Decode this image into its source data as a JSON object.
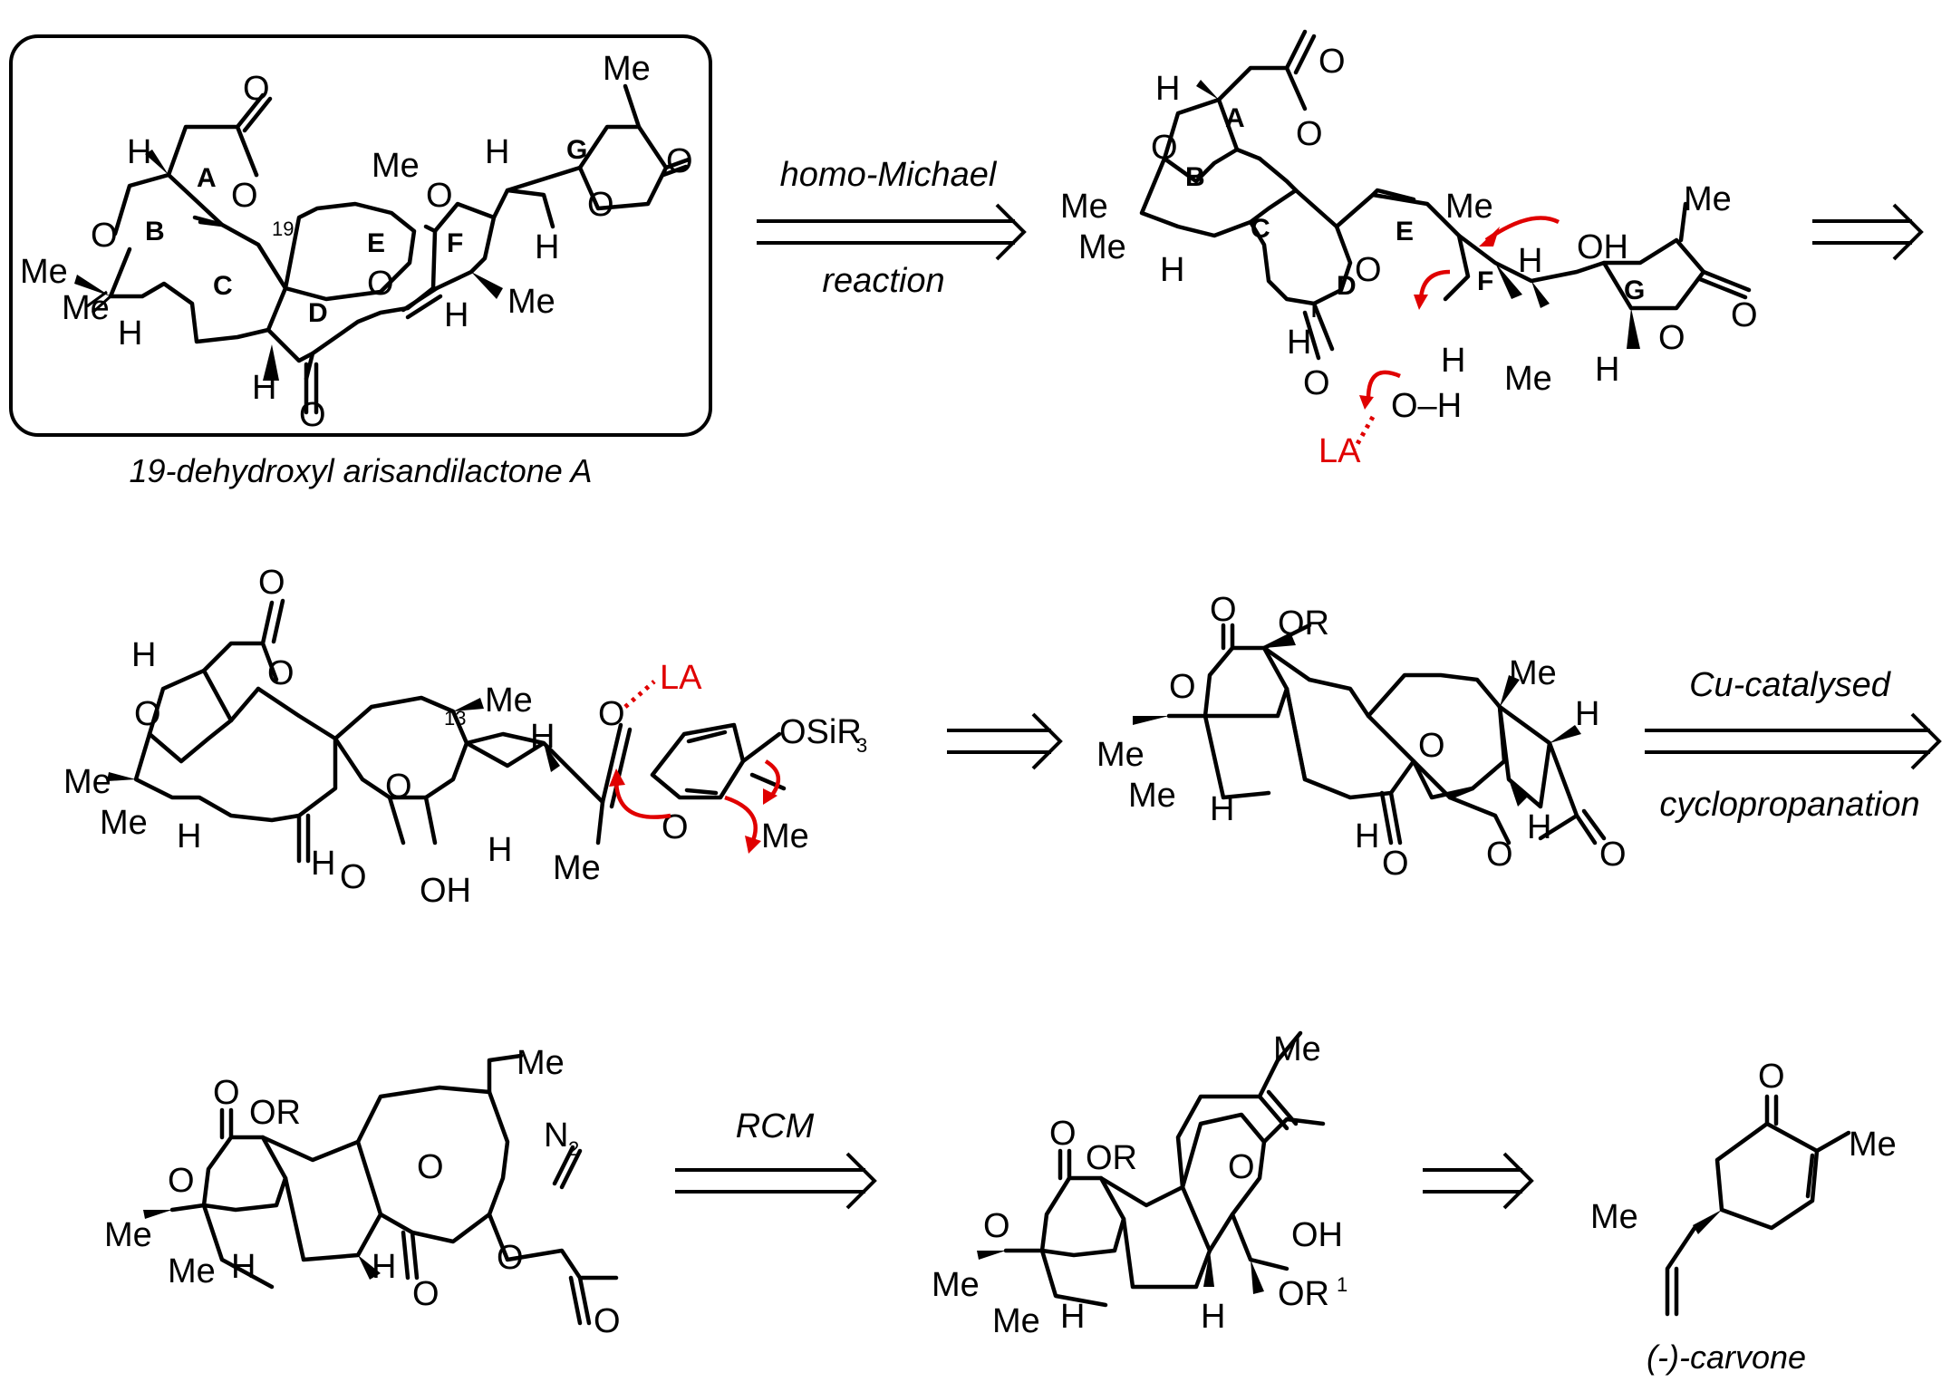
{
  "caption": {
    "target": "19-dehydroxyl arisandilactone A",
    "carvone": "(-)-carvone"
  },
  "arrows": {
    "a1_top": "homo-Michael",
    "a1_bottom": "reaction",
    "a4_top": "Cu-catalysed",
    "a4_bottom": "cyclopropanation",
    "a5_top": "RCM"
  },
  "rings": [
    "A",
    "B",
    "C",
    "D",
    "E",
    "F",
    "G"
  ],
  "atoms": {
    "O": "O",
    "H": "H",
    "Me": "Me",
    "OH": "OH",
    "OR": "OR",
    "LA": "LA",
    "OSiR3": "OSiR",
    "sub3": "3",
    "N2": "N",
    "sub2": "2",
    "OR1": "OR",
    "sup1": "1",
    "H_O": "O–H"
  },
  "locants": {
    "c19": "19",
    "c13": "13"
  },
  "colors": {
    "ink": "#000000",
    "arrow_push": "#e00000"
  }
}
